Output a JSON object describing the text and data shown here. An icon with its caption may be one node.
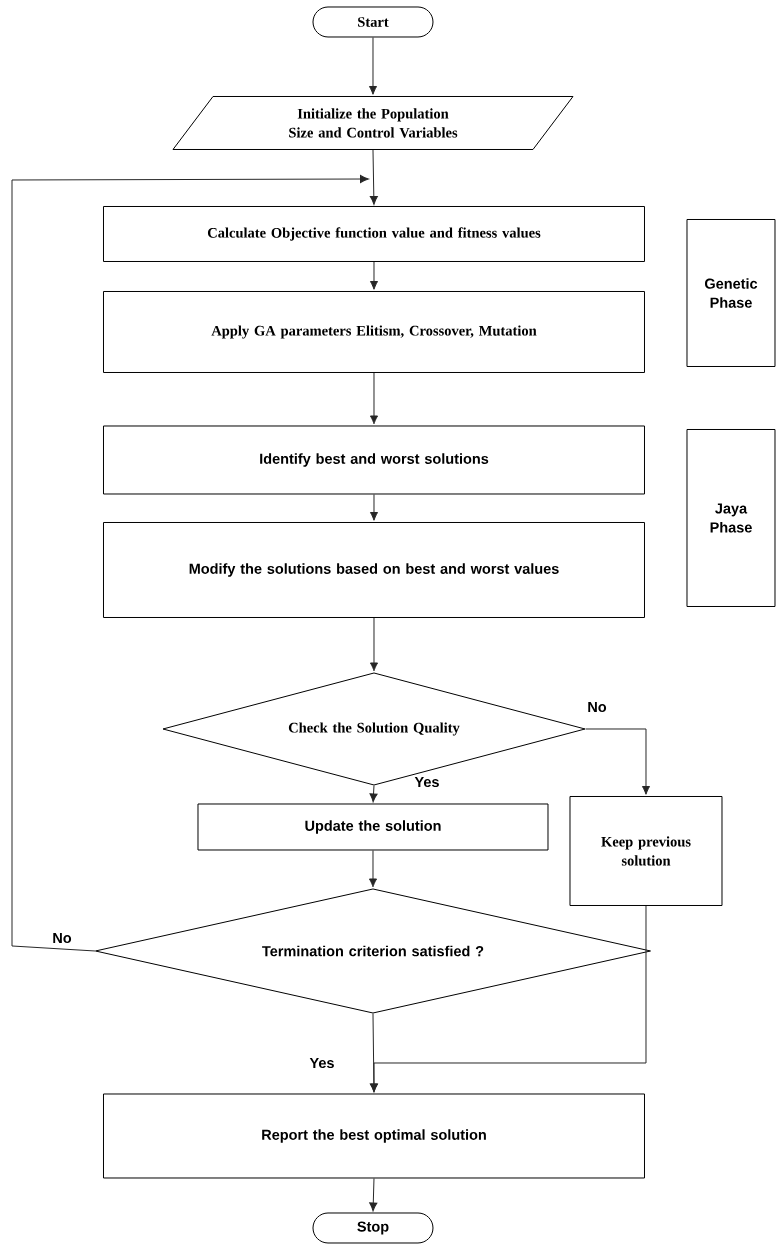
{
  "diagram": {
    "nodes": [
      {
        "text": [
          "Start"
        ]
      },
      {
        "text": [
          "Initialize the Population Size and Control Variables"
        ]
      },
      {
        "text": [
          "Calculate Objective function value and fitness values"
        ]
      },
      {
        "text": [
          "Apply GA parameters Elitism, Crossover, Mutation"
        ]
      },
      {
        "text": [
          "Identify best and worst solutions"
        ]
      },
      {
        "text": [
          "Modify the solutions based on best and worst values"
        ]
      },
      {
        "text": [
          "Check the Solution Quality"
        ]
      },
      {
        "text": [
          "Update the solution"
        ]
      },
      {
        "text": [
          "Keep previous solution"
        ]
      },
      {
        "text": [
          "Termination criterion satisfied ?"
        ]
      },
      {
        "text": [
          "Report the best optimal solution"
        ]
      },
      {
        "text": [
          "Stop"
        ]
      },
      {
        "text": [
          "Genetic Phase"
        ]
      },
      {
        "text": [
          "Jaya Phase"
        ]
      }
    ],
    "edges": [
      {
        "from": 0,
        "to": 1,
        "arrow": "to"
      },
      {
        "from": 1,
        "to": 2,
        "arrow": "to"
      },
      {
        "from": 2,
        "to": 3,
        "arrow": "to"
      },
      {
        "from": 3,
        "to": 4,
        "arrow": "to"
      },
      {
        "from": 4,
        "to": 5,
        "arrow": "to"
      },
      {
        "from": 5,
        "to": 6,
        "arrow": "to"
      },
      {
        "from": 6,
        "to": 7,
        "arrow": "to",
        "label": "Yes"
      },
      {
        "from": 6,
        "to": 8,
        "arrow": "to",
        "label": "No"
      },
      {
        "from": 7,
        "to": 9,
        "arrow": "to"
      },
      {
        "from": 9,
        "to": 2,
        "arrow": "to",
        "label": "No"
      },
      {
        "from": 8,
        "to": 10,
        "arrow": "to"
      },
      {
        "from": 9,
        "to": 10,
        "arrow": "to",
        "label": "Yes"
      },
      {
        "from": 10,
        "to": 11,
        "arrow": "to"
      }
    ]
  }
}
